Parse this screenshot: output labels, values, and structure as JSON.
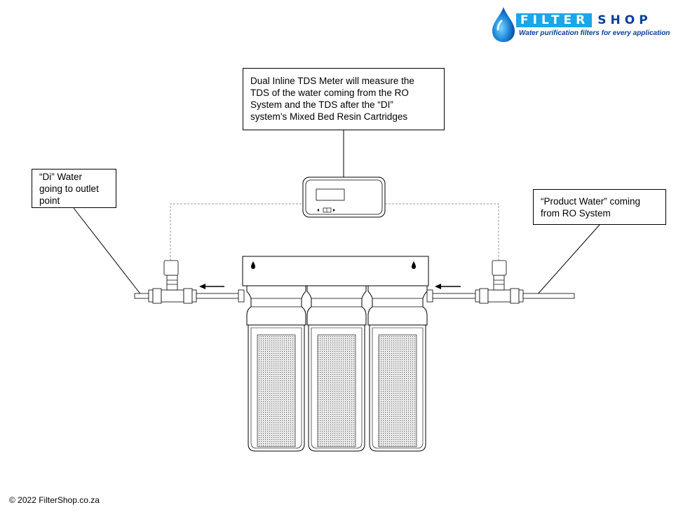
{
  "brand": {
    "name_part1": "FILTER",
    "name_part2": "SHOP",
    "tagline": "Water purification filters for every application",
    "colors": {
      "light_blue": "#1aa7e8",
      "dark_blue": "#0a3f9c"
    },
    "icon": "water-drop-icon"
  },
  "callouts": {
    "meter": [
      "Dual Inline TDS Meter will measure the",
      "TDS of the water coming from the RO",
      "System and the TDS after the “DI”",
      "system’s Mixed Bed Resin Cartridges"
    ],
    "di_water": [
      "“Di” Water",
      "going to outlet",
      "point"
    ],
    "product_water": [
      "“Product Water” coming",
      "from RO System"
    ]
  },
  "footer": {
    "copyright": "© 2022 FilterShop.co.za"
  }
}
